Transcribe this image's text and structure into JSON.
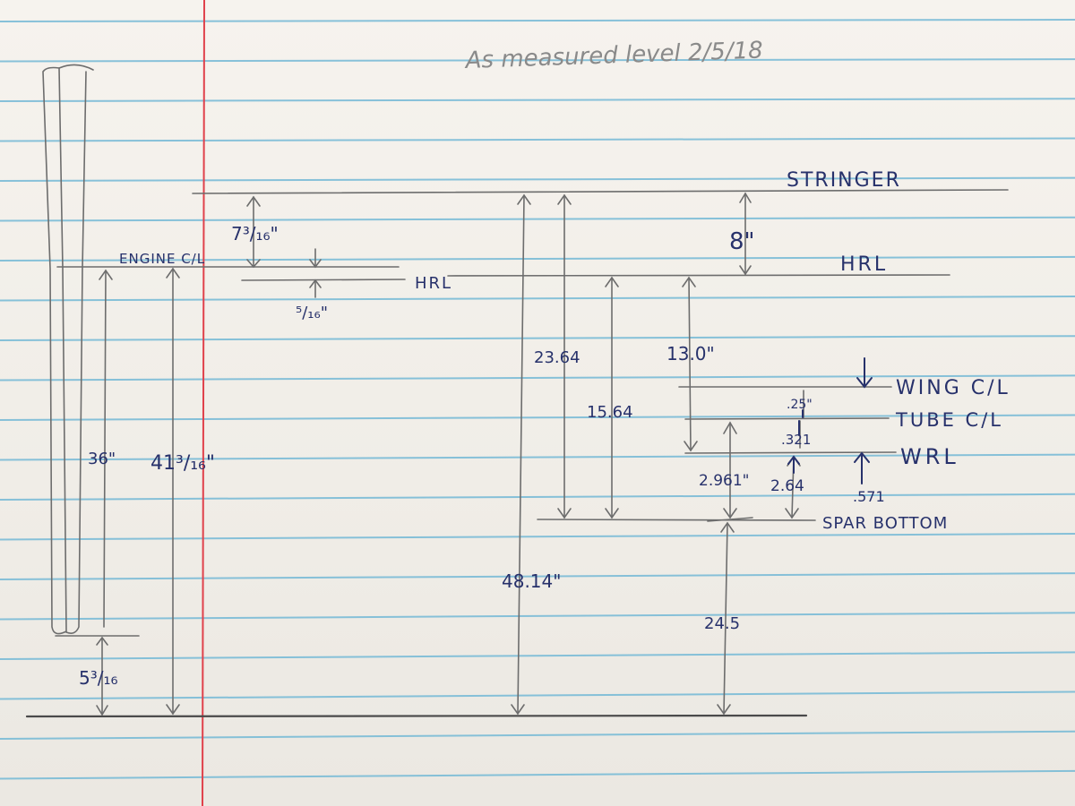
{
  "colors": {
    "paper": "#f3f0ea",
    "rule_line": "#74b9d6",
    "margin_line": "#e0414b",
    "pencil": "#6d6d6d",
    "ink": "#27316b"
  },
  "note": {
    "title": "As measured level 2/5/18"
  },
  "labels": {
    "stringer": "STRINGER",
    "hrl_right": "HRL",
    "hrl_left": "HRL",
    "engine_cl": "ENGINE C/L",
    "wing_cl": "WING C/L",
    "tube_cl": "TUBE C/L",
    "wrl": "WRL",
    "spar_bottom": "SPAR BOTTOM"
  },
  "dimensions": {
    "d_7_3_16": "7³/₁₆\"",
    "d_5_16": "⁵/₁₆\"",
    "d_8": "8\"",
    "d_36": "36\"",
    "d_41_3_16": "41³/₁₆\"",
    "d_5_3_16": "5³/₁₆",
    "d_23_64": "23.64",
    "d_15_64": "15.64",
    "d_13_0": "13.0\"",
    "d_25": ".25\"",
    "d_321": ".321",
    "d_2_961": "2.961\"",
    "d_2_64": "2.64",
    "d_571": ".571",
    "d_48_14": "48.14\"",
    "d_24_5": "24.5"
  }
}
